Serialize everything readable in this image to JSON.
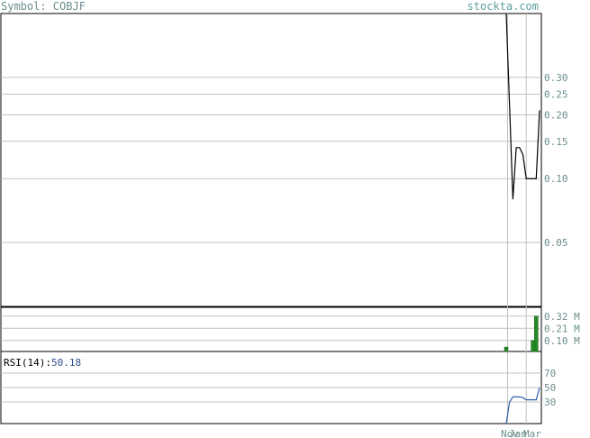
{
  "header": {
    "symbol_label": "Symbol: COBJF",
    "site": "stockta.com"
  },
  "colors": {
    "price_line": "#000000",
    "volume_bar": "#228b22",
    "rsi_line": "#3060b0",
    "grid": "#c0c0c0",
    "axis_text": "#6b8e8e"
  },
  "chart_data": [
    {
      "type": "line",
      "name": "price",
      "scale": "log",
      "yticks": [
        0.3,
        0.25,
        0.2,
        0.15,
        0.1,
        0.05
      ],
      "ytick_labels": [
        "0.30",
        "0.25",
        "0.20",
        "0.15",
        "0.10",
        "0.05"
      ],
      "ylim": [
        0.025,
        0.6
      ],
      "x": [
        0,
        1,
        2,
        3,
        4,
        5,
        6,
        7,
        8,
        9,
        10
      ],
      "values": [
        0.6,
        0.22,
        0.08,
        0.14,
        0.14,
        0.13,
        0.1,
        0.1,
        0.1,
        0.1,
        0.21
      ]
    },
    {
      "type": "bar",
      "name": "volume",
      "yticks": [
        0.32,
        0.21,
        0.1
      ],
      "ytick_labels": [
        "0.32 M",
        "0.21 M",
        "0.10 M"
      ],
      "ylim": [
        0,
        0.4
      ],
      "x": [
        0,
        8,
        9
      ],
      "values": [
        0.04,
        0.1,
        0.32
      ]
    },
    {
      "type": "line",
      "name": "rsi",
      "label": "RSI(14):",
      "current_value": "50.18",
      "yticks": [
        70,
        50,
        30
      ],
      "ytick_labels": [
        "70",
        "50",
        "30"
      ],
      "ylim": [
        0,
        100
      ],
      "x": [
        0,
        1,
        2,
        3,
        4,
        5,
        6,
        7,
        8,
        9,
        10
      ],
      "values": [
        0,
        30,
        37,
        37,
        37,
        36,
        33,
        33,
        33,
        33,
        50
      ]
    }
  ],
  "x_axis": {
    "labels": [
      "Nov",
      "Jan",
      "Mar"
    ]
  }
}
